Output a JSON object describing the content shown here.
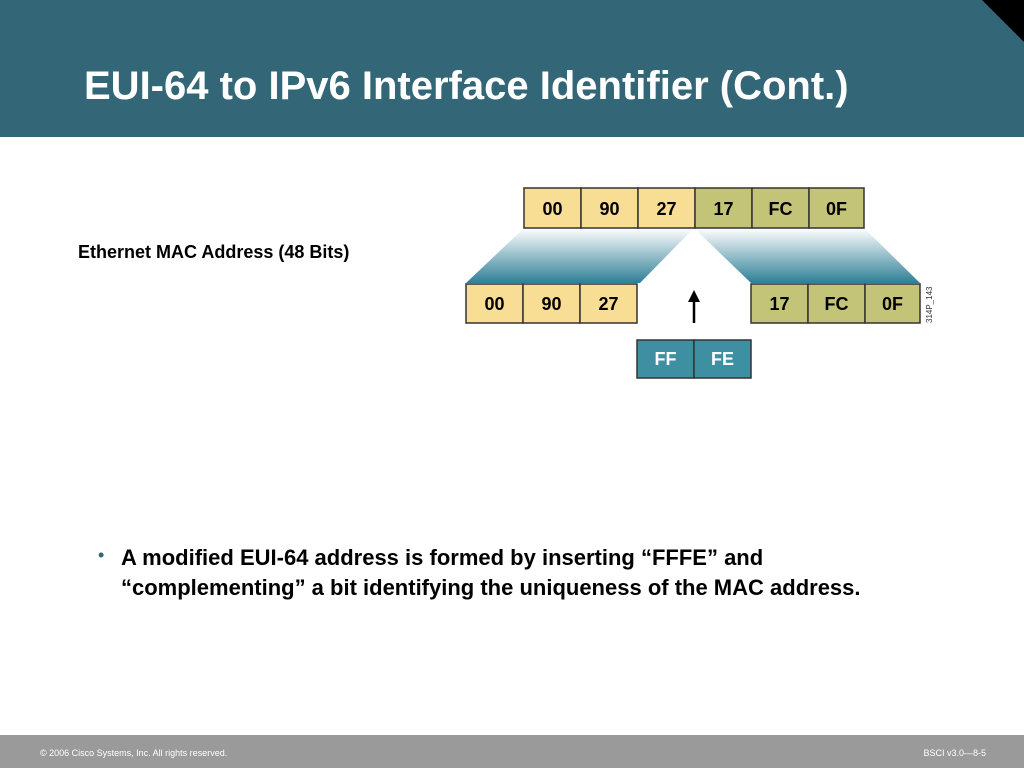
{
  "slide": {
    "title": "EUI-64 to IPv6 Interface Identifier (Cont.)",
    "mac_label": "Ethernet MAC Address (48 Bits)",
    "figure_id": "314P_143",
    "bullet": "A modified EUI-64 address is formed by inserting “FFFE” and “complementing” a bit identifying the uniqueness of the MAC address.",
    "footer_left": "© 2006 Cisco Systems, Inc. All rights reserved.",
    "footer_right": "BSCI v3.0—8-5"
  },
  "diagram": {
    "mac_bytes": [
      "00",
      "90",
      "27",
      "17",
      "FC",
      "0F"
    ],
    "left_bytes": [
      "00",
      "90",
      "27"
    ],
    "right_bytes": [
      "17",
      "FC",
      "0F"
    ],
    "insert_bytes": [
      "FF",
      "FE"
    ],
    "colors": {
      "oui": "#f8dd94",
      "nic": "#c4c478",
      "insert": "#3f8fa3",
      "insert_text": "#ffffff",
      "header": "#336677",
      "footer": "#9a9a9a"
    }
  }
}
